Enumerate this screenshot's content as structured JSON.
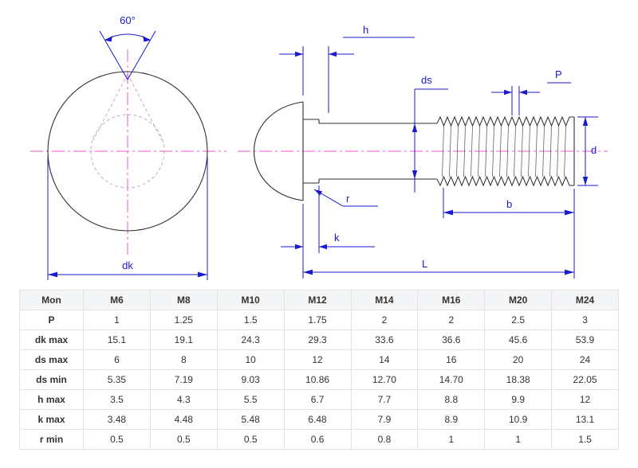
{
  "drawing": {
    "labels": {
      "angle": "60°",
      "dk": "dk",
      "h": "h",
      "ds": "ds",
      "p": "P",
      "d": "d",
      "r": "r",
      "b": "b",
      "k": "k",
      "l": "L"
    },
    "colors": {
      "dimension": "#1a1ace",
      "outline": "#2f2f2f",
      "centerline": "#ee55d5",
      "hidden": "#b5b5b5"
    }
  },
  "table": {
    "columns": [
      "Mon",
      "M6",
      "M8",
      "M10",
      "M12",
      "M14",
      "M16",
      "M20",
      "M24"
    ],
    "rows": [
      {
        "label": "P",
        "values": [
          "1",
          "1.25",
          "1.5",
          "1.75",
          "2",
          "2",
          "2.5",
          "3"
        ]
      },
      {
        "label": "dk max",
        "values": [
          "15.1",
          "19.1",
          "24.3",
          "29.3",
          "33.6",
          "36.6",
          "45.6",
          "53.9"
        ]
      },
      {
        "label": "ds max",
        "values": [
          "6",
          "8",
          "10",
          "12",
          "14",
          "16",
          "20",
          "24"
        ]
      },
      {
        "label": "ds min",
        "values": [
          "5.35",
          "7.19",
          "9.03",
          "10.86",
          "12.70",
          "14.70",
          "18.38",
          "22.05"
        ]
      },
      {
        "label": "h max",
        "values": [
          "3.5",
          "4.3",
          "5.5",
          "6.7",
          "7.7",
          "8.8",
          "9.9",
          "12"
        ]
      },
      {
        "label": "k max",
        "values": [
          "3.48",
          "4.48",
          "5.48",
          "6.48",
          "7.9",
          "8.9",
          "10.9",
          "13.1"
        ]
      },
      {
        "label": "r min",
        "values": [
          "0.5",
          "0.5",
          "0.5",
          "0.6",
          "0.8",
          "1",
          "1",
          "1.5"
        ]
      }
    ]
  }
}
